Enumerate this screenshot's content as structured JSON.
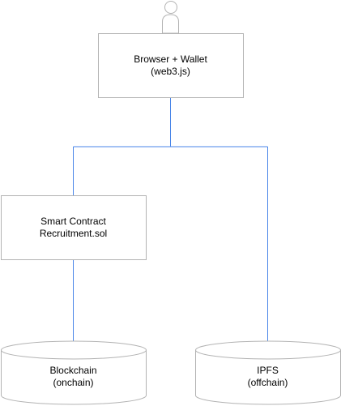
{
  "diagram": {
    "colors": {
      "connector": "#4a86e8",
      "box_stroke": "#b3b3b3",
      "box_fill": "#ffffff",
      "text": "#000000"
    },
    "user": {
      "icon": "user-icon"
    },
    "nodes": {
      "browser": {
        "line1": "Browser + Wallet",
        "line2": "(web3.js)"
      },
      "contract": {
        "line1": "Smart Contract",
        "line2": "Recruitment.sol"
      },
      "blockchain": {
        "line1": "Blockchain",
        "line2": "(onchain)"
      },
      "ipfs": {
        "line1": "IPFS",
        "line2": "(offchain)"
      }
    }
  }
}
